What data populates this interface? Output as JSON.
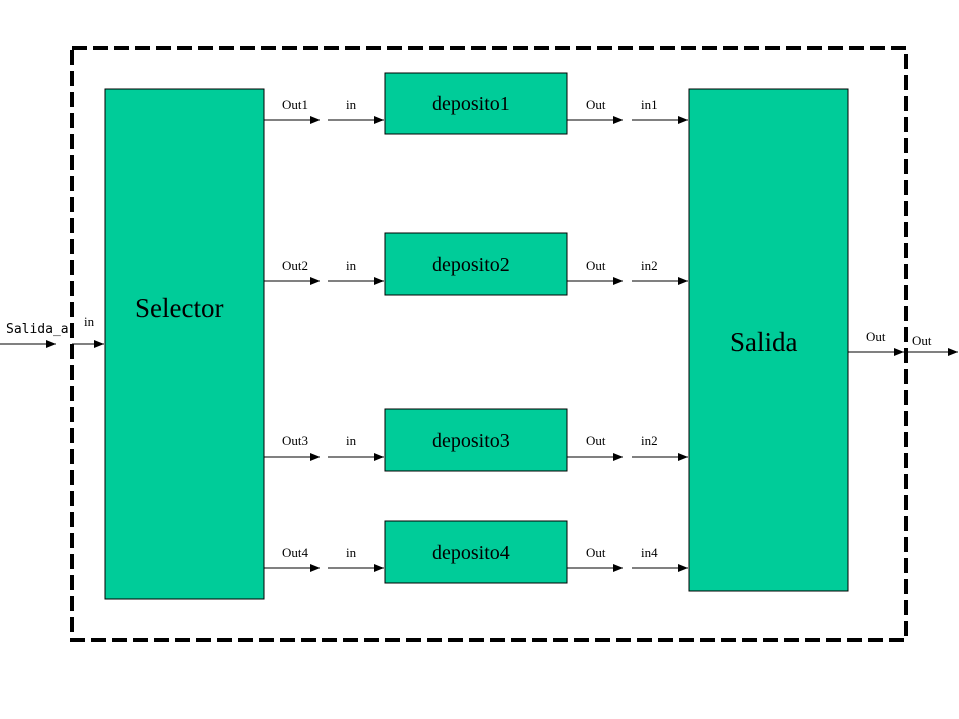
{
  "diagram": {
    "external_input": "Salida_a",
    "external_output": "Out",
    "selector": {
      "label": "Selector",
      "in_port": "in",
      "out_ports": [
        "Out1",
        "Out2",
        "Out3",
        "Out4"
      ]
    },
    "depositos": [
      {
        "label": "deposito1",
        "in_port": "in",
        "out_port": "Out"
      },
      {
        "label": "deposito2",
        "in_port": "in",
        "out_port": "Out"
      },
      {
        "label": "deposito3",
        "in_port": "in",
        "out_port": "Out"
      },
      {
        "label": "deposito4",
        "in_port": "in",
        "out_port": "Out"
      }
    ],
    "salida": {
      "label": "Salida",
      "in_ports": [
        "in1",
        "in2",
        "in2",
        "in4"
      ],
      "out_port": "Out"
    },
    "colors": {
      "block_fill": "#00cc99",
      "line": "#000000"
    }
  }
}
